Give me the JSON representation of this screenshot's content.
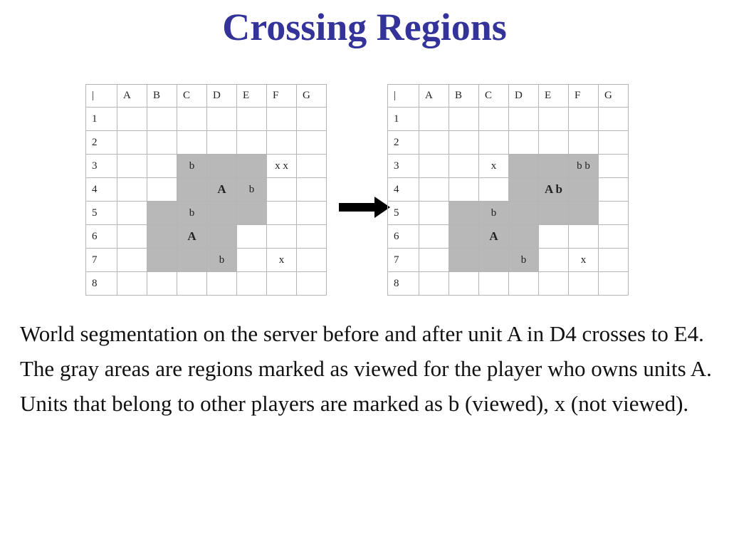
{
  "title": "Crossing Regions",
  "figure": {
    "columns": [
      "A",
      "B",
      "C",
      "D",
      "E",
      "F",
      "G"
    ],
    "rows": [
      "1",
      "2",
      "3",
      "4",
      "5",
      "6",
      "7",
      "8"
    ],
    "header_mark": "|",
    "before": {
      "shaded": [
        "C3",
        "D3",
        "E3",
        "C4",
        "D4",
        "E4",
        "B5",
        "C5",
        "D5",
        "E5",
        "B6",
        "C6",
        "D6",
        "B7",
        "C7",
        "D7"
      ],
      "marks": [
        {
          "cell": "C3",
          "text": "b"
        },
        {
          "cell": "F3",
          "text": "x x"
        },
        {
          "cell": "D4",
          "text": "A"
        },
        {
          "cell": "E4",
          "text": "b"
        },
        {
          "cell": "C5",
          "text": "b"
        },
        {
          "cell": "C6",
          "text": "A"
        },
        {
          "cell": "D7",
          "text": "b"
        },
        {
          "cell": "F7",
          "text": "x"
        }
      ]
    },
    "after": {
      "shaded": [
        "D3",
        "E3",
        "F3",
        "D4",
        "E4",
        "F4",
        "B5",
        "C5",
        "D5",
        "E5",
        "F5",
        "B6",
        "C6",
        "D6",
        "B7",
        "C7",
        "D7"
      ],
      "marks": [
        {
          "cell": "C3",
          "text": "x"
        },
        {
          "cell": "F3",
          "text": "b b"
        },
        {
          "cell": "E4",
          "text": "A b"
        },
        {
          "cell": "C5",
          "text": "b"
        },
        {
          "cell": "C6",
          "text": "A"
        },
        {
          "cell": "D7",
          "text": "b"
        },
        {
          "cell": "F7",
          "text": "x"
        }
      ]
    },
    "arrow_icon": "right-arrow-icon",
    "shade_color": "#b8b8b8"
  },
  "paragraphs": [
    "World segmentation on the server before and after unit A in D4 crosses to E4.",
    "The gray areas are regions marked as viewed for the player who owns units A.",
    "Units that belong to other players are marked as b (viewed), x (not viewed)."
  ]
}
